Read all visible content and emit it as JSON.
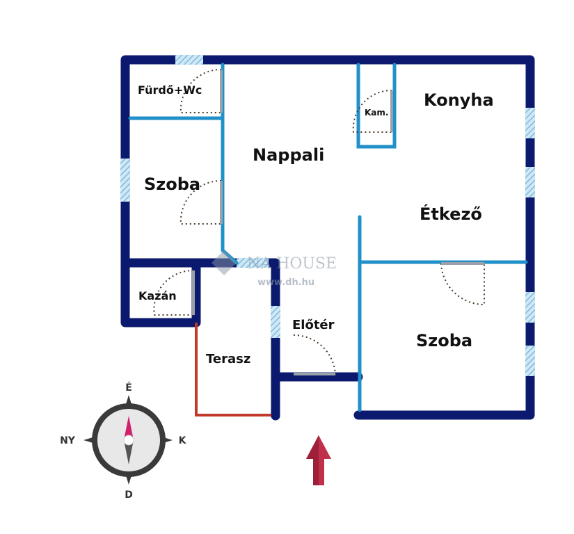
{
  "rooms": {
    "furdo": "Fürdő+Wc",
    "kamra": "Kam.",
    "konyha": "Konyha",
    "nappali": "Nappali",
    "szoba_left": "Szoba",
    "etkezo": "Étkező",
    "kazan": "Kazán",
    "eloter": "Előtér",
    "terasz": "Terasz",
    "szoba_right": "Szoba"
  },
  "watermark": {
    "brand": "NA HOUSE",
    "url": "www.dh.hu"
  },
  "compass": {
    "north": "É",
    "south": "D",
    "east": "K",
    "west": "NY"
  },
  "colors": {
    "outer_wall": "#0b1a6e",
    "inner_wall": "#2190c8",
    "terrace_rail": "#c0392b",
    "window": "#a9d6ee",
    "entrance_arrow": "#c0304a"
  }
}
